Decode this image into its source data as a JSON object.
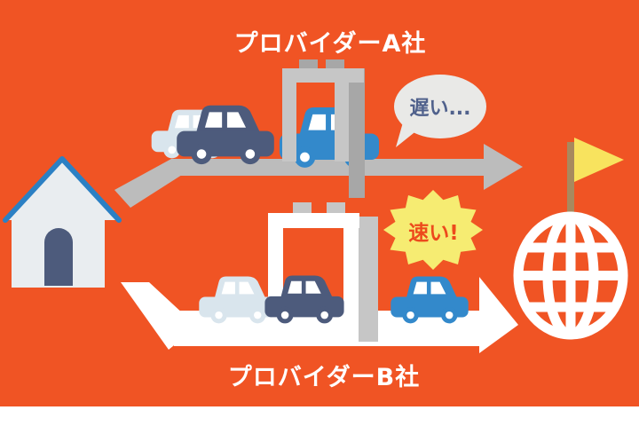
{
  "scene": {
    "provider_a": {
      "label": "プロバイダーA社"
    },
    "provider_b": {
      "label": "プロバイダーB社"
    },
    "slow_bubble": {
      "text": "遅い..."
    },
    "fast_burst": {
      "text": "速い!"
    }
  },
  "colors": {
    "background_orange": "#f05424",
    "road_slow_gray": "#bcbcbc",
    "road_fast_white": "#ffffff",
    "gate_a_frame": "#c6c6c6",
    "gate_a_dark": "#a7a7a7",
    "gate_b_frame": "#ffffff",
    "gate_b_gray": "#c6c6c6",
    "car_navy": "#4d5b7c",
    "car_pale": "#d9e5ed",
    "car_blue": "#3389cb",
    "house_body": "#e9edf0",
    "house_roof_blue": "#2b80c4",
    "house_door": "#4d5b7c",
    "bubble_fill": "#e9e9e7",
    "bubble_text": "#50618c",
    "burst_yellow": "#f6ec72",
    "burst_text": "#ed4a1c",
    "flag_yellow": "#f8e35e",
    "flag_pole": "#a8895e",
    "globe_white": "#ffffff"
  },
  "icons": {
    "house": "house-icon",
    "globe": "globe-icon",
    "flag": "flag-icon",
    "car": "car-icon",
    "gate_a": "gate-icon",
    "gate_b": "gate-icon",
    "slow_road_arrow": "arrow-right-icon",
    "fast_road_arrow": "arrow-right-icon",
    "speech_bubble": "speech-bubble-icon",
    "starburst": "starburst-icon"
  }
}
